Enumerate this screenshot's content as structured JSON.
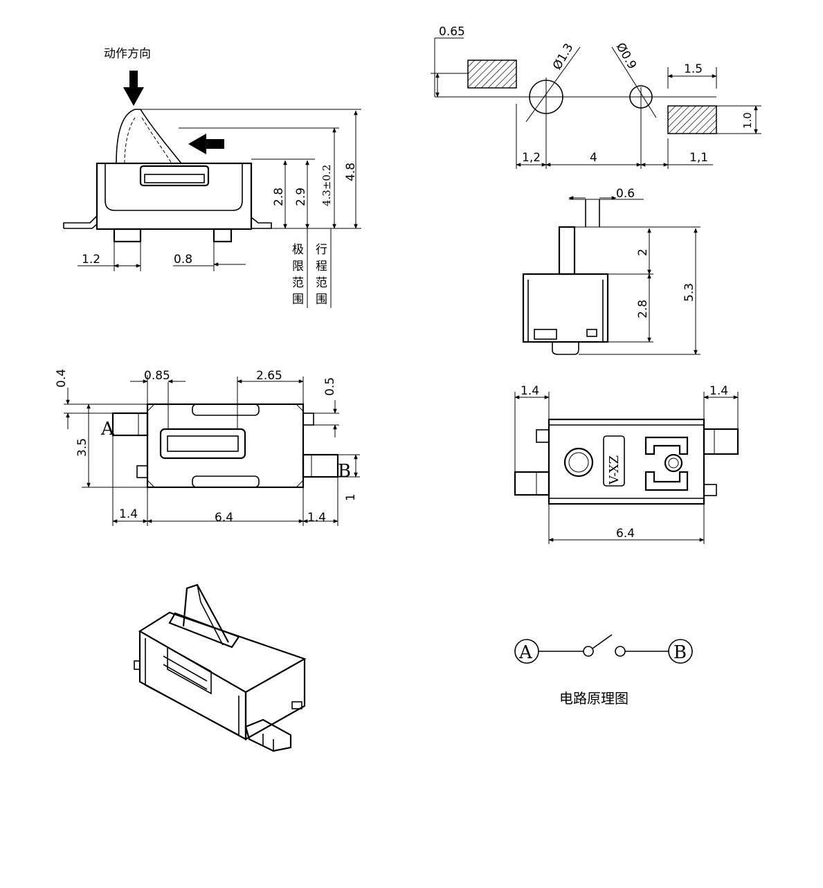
{
  "side_view": {
    "action_direction": "动作方向",
    "dims": {
      "pin_width": "1.2",
      "pin_gap": "0.8",
      "h_limit": "2.8",
      "h_travel": "2.9",
      "h_body": "4.3±0.2",
      "h_total": "4.8"
    },
    "label_limit": [
      "极",
      "限",
      "范",
      "围"
    ],
    "label_travel": [
      "行",
      "程",
      "范",
      "围"
    ]
  },
  "pad_layout": {
    "dims": {
      "pad_offset": "0.65",
      "hole_large": "Ø1.3",
      "hole_small": "Ø0.9",
      "pad_w": "1.5",
      "pad_h": "1.0",
      "hole_edge": "1,2",
      "hole_spacing": "4",
      "pad_edge": "1,1"
    }
  },
  "side_view_2": {
    "dims": {
      "actuator_w": "0.6",
      "actuator_h": "2",
      "body_h": "2.8",
      "total_h": "5.3"
    }
  },
  "top_view": {
    "dims": {
      "offset_top": "0.4",
      "slot_offset": "0.85",
      "slot_w": "2.65",
      "pin_offset": "0.5",
      "body_h": "3.5",
      "pin_h": "1",
      "left_pin": "1.4",
      "body_w": "6.4",
      "right_pin": "1.4"
    },
    "terminal_a": "A",
    "terminal_b": "B"
  },
  "bottom_view": {
    "dims": {
      "left_pin": "1.4",
      "right_pin": "1.4",
      "body_w": "6.4"
    },
    "marking": "V-XZ"
  },
  "circuit": {
    "terminal_a": "A",
    "terminal_b": "B",
    "caption": "电路原理图"
  }
}
